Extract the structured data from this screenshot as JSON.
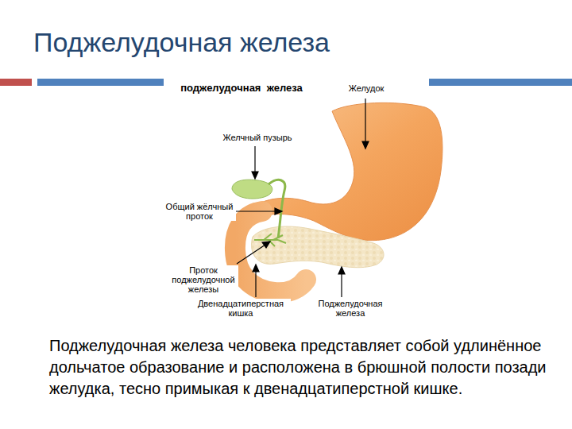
{
  "diagram": {
    "title": "Поджелудочная железа",
    "caption": "Поджелудочная железа человека представляет собой удлинённое дольчатое образование и расположена в брюшной полости позади желудка, тесно примыкая к двенадцатиперстной кишке.",
    "labels": [
      "поджелудочная  железа",
      "Желудок",
      "Желчный пузырь",
      "Общий жёлчный проток",
      "Проток поджелудочной железы",
      "Двенадцатиперстная кишка",
      "Поджелудочная железа"
    ]
  }
}
